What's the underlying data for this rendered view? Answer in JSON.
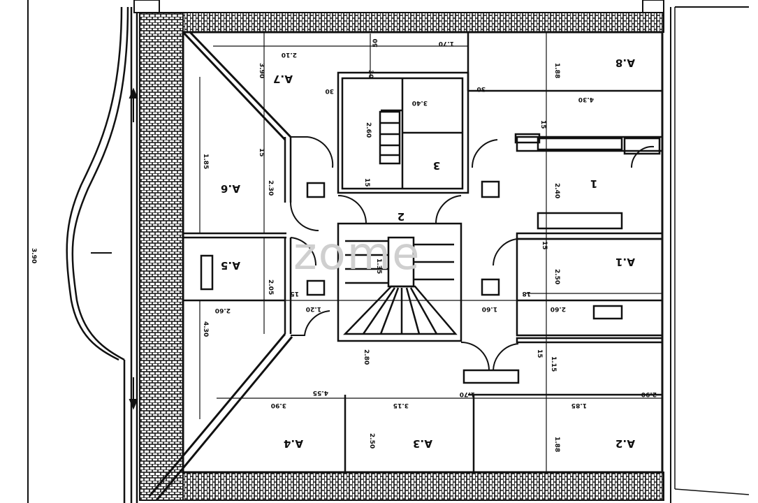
{
  "watermark": "zome",
  "rooms": {
    "a1": "A.1",
    "a2": "A.2",
    "a3": "A.3",
    "a4": "A.4",
    "a5": "A.5",
    "a6": "A.6",
    "a7": "A.7",
    "a8": "A.8",
    "r1": "1",
    "r2": "2",
    "r3": "3"
  },
  "dimensions": {
    "d_170": "1.70",
    "d_230": "2.30",
    "d_205": "2.05",
    "d_260": "2.60",
    "d_390": "3.90",
    "d_240": "2.40",
    "d_430": "4.30",
    "d_340": "3.40",
    "d_135": "1.35",
    "d_185": "1.85",
    "d_188": "1.88",
    "d_210": "2.10",
    "d_250": "2.50",
    "d_315": "3.15",
    "d_120": "1.20",
    "d_390b": "3.90",
    "d_260b": "2.60",
    "d_260c": "2.60",
    "d_15": "15",
    "d_15b": "15",
    "d_30": "30",
    "d_30b": "30",
    "d_30c": "30",
    "d_430b": "4.30",
    "d_115": "1.15",
    "d_290": "2.90",
    "d_160": "1.60",
    "d_15c": "15",
    "d_15d": "15",
    "d_15e": "15",
    "d_50": "50",
    "d_15f": "15",
    "d_280": "2.80",
    "d_170b": "1.70",
    "d_455": "4.55",
    "d_18": "18"
  }
}
